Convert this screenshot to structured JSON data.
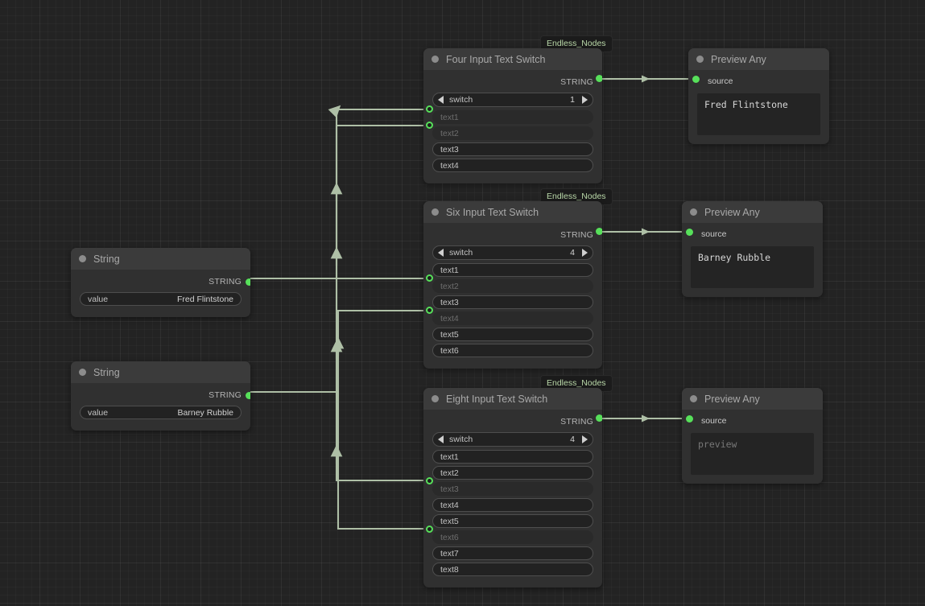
{
  "graph": {
    "badge_label": "Endless_Nodes",
    "nodes": [
      {
        "id": "string1",
        "type": "String",
        "title": "String",
        "output_label": "STRING",
        "widgets": [
          {
            "label": "value",
            "value": "Fred Flintstone"
          }
        ]
      },
      {
        "id": "string2",
        "type": "String",
        "title": "String",
        "output_label": "STRING",
        "widgets": [
          {
            "label": "value",
            "value": "Barney Rubble"
          }
        ]
      },
      {
        "id": "four",
        "type": "Four Input Text Switch",
        "title": "Four Input Text Switch",
        "badge": "Endless_Nodes",
        "output_label": "STRING",
        "switch": {
          "label": "switch",
          "value": "1"
        },
        "inputs": [
          {
            "label": "text1",
            "connected": true
          },
          {
            "label": "text2",
            "connected": true
          },
          {
            "label": "text3",
            "connected": false
          },
          {
            "label": "text4",
            "connected": false
          }
        ]
      },
      {
        "id": "six",
        "type": "Six Input Text Switch",
        "title": "Six Input Text Switch",
        "badge": "Endless_Nodes",
        "output_label": "STRING",
        "switch": {
          "label": "switch",
          "value": "4"
        },
        "inputs": [
          {
            "label": "text1",
            "connected": false
          },
          {
            "label": "text2",
            "connected": true
          },
          {
            "label": "text3",
            "connected": false
          },
          {
            "label": "text4",
            "connected": true
          },
          {
            "label": "text5",
            "connected": false
          },
          {
            "label": "text6",
            "connected": false
          }
        ]
      },
      {
        "id": "eight",
        "type": "Eight Input Text Switch",
        "title": "Eight Input Text Switch",
        "badge": "Endless_Nodes",
        "output_label": "STRING",
        "switch": {
          "label": "switch",
          "value": "4"
        },
        "inputs": [
          {
            "label": "text1",
            "connected": false
          },
          {
            "label": "text2",
            "connected": false
          },
          {
            "label": "text3",
            "connected": true
          },
          {
            "label": "text4",
            "connected": false
          },
          {
            "label": "text5",
            "connected": false
          },
          {
            "label": "text6",
            "connected": true
          },
          {
            "label": "text7",
            "connected": false
          },
          {
            "label": "text8",
            "connected": false
          }
        ]
      },
      {
        "id": "preview1",
        "type": "Preview Any",
        "title": "Preview Any",
        "input_label": "source",
        "text": "Fred Flintstone",
        "is_placeholder": false
      },
      {
        "id": "preview2",
        "type": "Preview Any",
        "title": "Preview Any",
        "input_label": "source",
        "text": "Barney Rubble",
        "is_placeholder": false
      },
      {
        "id": "preview3",
        "type": "Preview Any",
        "title": "Preview Any",
        "input_label": "source",
        "text": "preview",
        "is_placeholder": true
      }
    ],
    "colors": {
      "link": "#aebfa6",
      "port_connected": "#57e05a",
      "canvas": "#232323",
      "node_body": "#303030",
      "node_header": "#3b3b3b",
      "badge_text": "#b9d8a8"
    }
  }
}
